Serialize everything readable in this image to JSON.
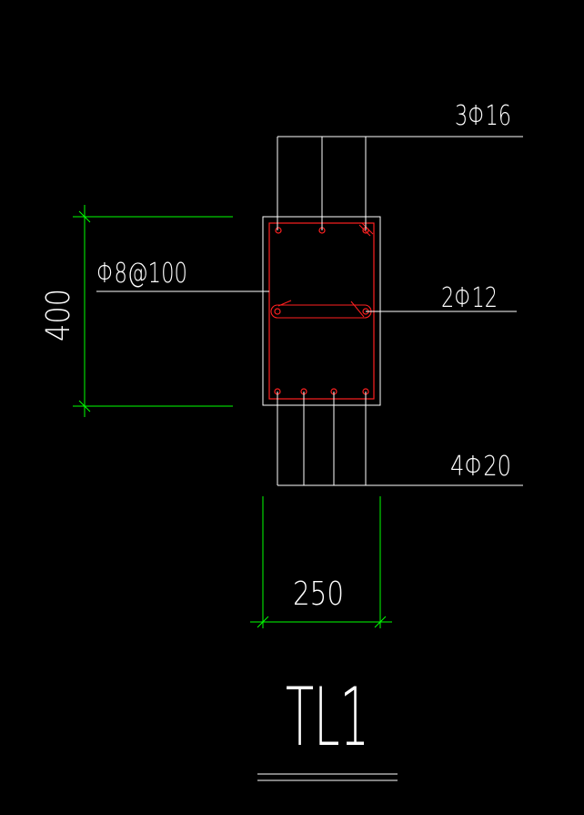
{
  "drawing": {
    "title": "TL1",
    "top_bars_label": "3Φ16",
    "stirrup_label": "Φ8@100",
    "waist_bars_label": "2Φ12",
    "bottom_bars_label": "4Φ20",
    "height_dimension": "400",
    "width_dimension": "250"
  },
  "colors": {
    "background": "#000000",
    "lines": "#ffffff",
    "dimensions": "#00ff00",
    "rebar": "#ff0000"
  }
}
